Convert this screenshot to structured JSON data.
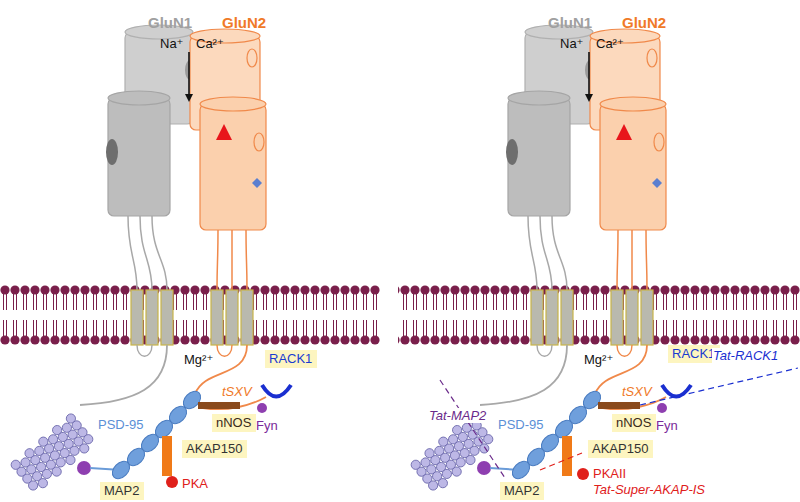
{
  "diagram": {
    "nodes": [
      {
        "text": [
          "nNOS"
        ]
      },
      {
        "text": [
          "AKAP150"
        ]
      },
      {
        "text": [
          "RACK1"
        ]
      },
      {
        "text": [
          "MAP2"
        ]
      },
      {
        "text": [
          "RACK1"
        ]
      },
      {
        "text": [
          "nNOS"
        ]
      },
      {
        "text": [
          "AKAP150"
        ]
      },
      {
        "text": [
          "MAP2"
        ]
      }
    ],
    "labels": [
      "GluN1",
      "GluN2",
      "Na⁺",
      "Ca²⁺",
      "Mg²⁺",
      "tSXV",
      "PSD-95",
      "Fyn",
      "PKA",
      "GluN1",
      "GluN2",
      "Na⁺",
      "Ca²⁺",
      "Mg²⁺",
      "tSXV",
      "Tat-RACK1",
      "Tat-MAP2",
      "PSD-95",
      "Fyn",
      "PKAII",
      "Tat-Super-AKAP-IS"
    ]
  }
}
